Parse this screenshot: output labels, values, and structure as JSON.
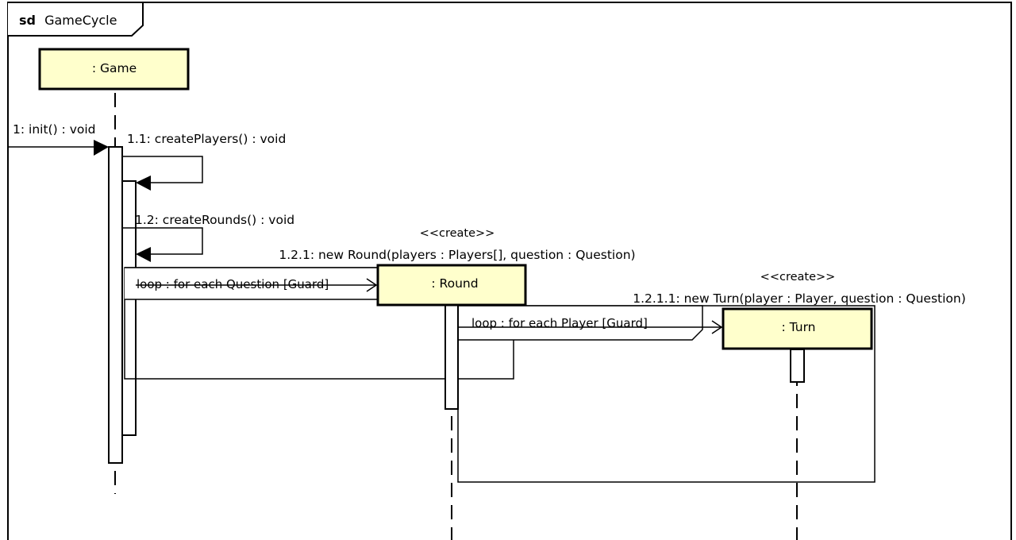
{
  "diagram": {
    "frame_keyword": "sd",
    "frame_name": "GameCycle",
    "lifelines": {
      "game": ": Game",
      "round": ": Round",
      "turn": ": Turn"
    },
    "messages": {
      "init": "1: init() : void",
      "create_players": "1.1: createPlayers() : void",
      "create_rounds": "1.2: createRounds() : void",
      "new_round": "1.2.1: new Round(players : Players[], question : Question)",
      "new_turn": "1.2.1.1: new Turn(player : Player, question : Question)"
    },
    "stereotypes": {
      "create_round": "<<create>>",
      "create_turn": "<<create>>"
    },
    "fragments": {
      "question_loop": "loop : for each Question  [Guard]",
      "player_loop": "loop : for each Player  [Guard]"
    },
    "colors": {
      "lifeline_fill": "#ffffcc",
      "line": "#000000",
      "background": "#ffffff"
    }
  }
}
